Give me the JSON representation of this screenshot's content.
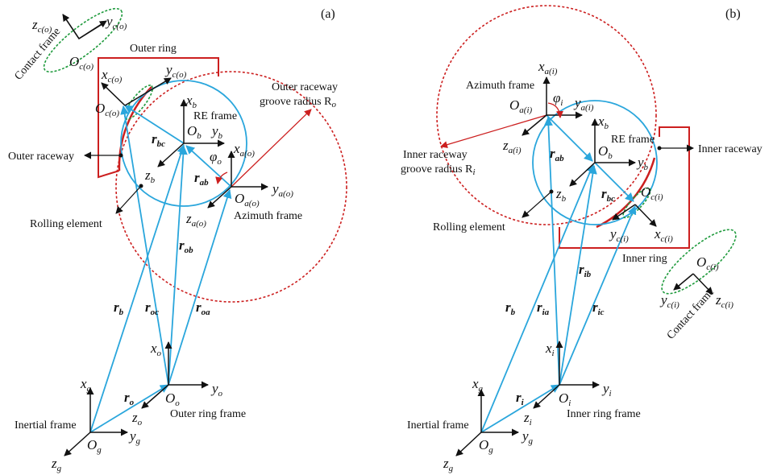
{
  "colors": {
    "blue": "#2aa6dc",
    "red": "#cc1f1f",
    "green": "#1e9a3c",
    "black": "#111111"
  },
  "panels": {
    "a": {
      "tag": "(a)",
      "labels": {
        "outer_ring": "Outer ring",
        "contact_frame": "Contact frame",
        "outer_raceway_groove": "Outer raceway",
        "groove_radius": "groove radius R",
        "groove_sub": "o",
        "re_frame": "RE frame",
        "outer_raceway": "Outer raceway",
        "rolling_element": "Rolling element",
        "azimuth_frame": "Azimuth frame",
        "inertial_frame": "Inertial frame",
        "ring_frame": "Outer ring frame"
      },
      "symbols": {
        "Og": "O",
        "Og_sub": "g",
        "xg": "x",
        "xg_sub": "g",
        "yg": "y",
        "yg_sub": "g",
        "zg": "z",
        "zg_sub": "g",
        "Oo": "O",
        "Oo_sub": "o",
        "xo": "x",
        "xo_sub": "o",
        "yo": "y",
        "yo_sub": "o",
        "zo": "z",
        "zo_sub": "o",
        "Ob": "O",
        "Ob_sub": "b",
        "xb": "x",
        "xb_sub": "b",
        "yb": "y",
        "yb_sub": "b",
        "zb": "z",
        "zb_sub": "b",
        "Oa": "O",
        "Oa_sub": "a(o)",
        "xa": "x",
        "xa_sub": "a(o)",
        "ya": "y",
        "ya_sub": "a(o)",
        "za": "z",
        "za_sub": "a(o)",
        "Oc": "O",
        "Oc_sub": "c(o)",
        "xc": "x",
        "xc_sub": "c(o)",
        "yc": "y",
        "yc_sub": "c(o)",
        "Oc2": "O",
        "Oc2_sub": "c(o)",
        "zc2": "z",
        "zc2_sub": "c(o)",
        "yc2": "y",
        "yc2_sub": "c(o)",
        "phi": "φ",
        "phi_sub": "o",
        "rb": "r",
        "rb_sub": "b",
        "roc": "r",
        "roc_sub": "oc",
        "roa": "r",
        "roa_sub": "oa",
        "ro": "r",
        "ro_sub": "o",
        "rob": "r",
        "rob_sub": "ob",
        "rab": "r",
        "rab_sub": "ab",
        "rbc": "r",
        "rbc_sub": "bc"
      }
    },
    "b": {
      "tag": "(b)",
      "labels": {
        "azimuth_frame": "Azimuth frame",
        "re_frame": "RE frame",
        "inner_raceway": "Inner raceway",
        "inner_groove_1": "Inner raceway",
        "groove_radius": "groove radius R",
        "groove_sub": "i",
        "rolling_element": "Rolling element",
        "inner_ring": "Inner ring",
        "contact_frame": "Contact frame",
        "inertial_frame": "Inertial frame",
        "ring_frame": "Inner ring frame"
      },
      "symbols": {
        "Og": "O",
        "Og_sub": "g",
        "xg": "x",
        "xg_sub": "g",
        "yg": "y",
        "yg_sub": "g",
        "zg": "z",
        "zg_sub": "g",
        "Oi": "O",
        "Oi_sub": "i",
        "xi": "x",
        "xi_sub": "i",
        "yi": "y",
        "yi_sub": "i",
        "zi": "z",
        "zi_sub": "i",
        "Ob": "O",
        "Ob_sub": "b",
        "xb": "x",
        "xb_sub": "b",
        "yb": "y",
        "yb_sub": "b",
        "zb": "z",
        "zb_sub": "b",
        "Oa": "O",
        "Oa_sub": "a(i)",
        "xa": "x",
        "xa_sub": "a(i)",
        "ya": "y",
        "ya_sub": "a(i)",
        "za": "z",
        "za_sub": "a(i)",
        "Oc": "O",
        "Oc_sub": "c(i)",
        "xc": "x",
        "xc_sub": "c(i)",
        "yc": "y",
        "yc_sub": "c(i)",
        "Oc2": "O",
        "Oc2_sub": "c(i)",
        "zc2": "z",
        "zc2_sub": "c(i)",
        "yc2": "y",
        "yc2_sub": "c(i)",
        "phi": "φ",
        "phi_sub": "i",
        "rb": "r",
        "rb_sub": "b",
        "ria": "r",
        "ria_sub": "ia",
        "ric": "r",
        "ric_sub": "ic",
        "ri": "r",
        "ri_sub": "i",
        "rib": "r",
        "rib_sub": "ib",
        "rab": "r",
        "rab_sub": "ab",
        "rbc": "r",
        "rbc_sub": "bc"
      }
    }
  }
}
